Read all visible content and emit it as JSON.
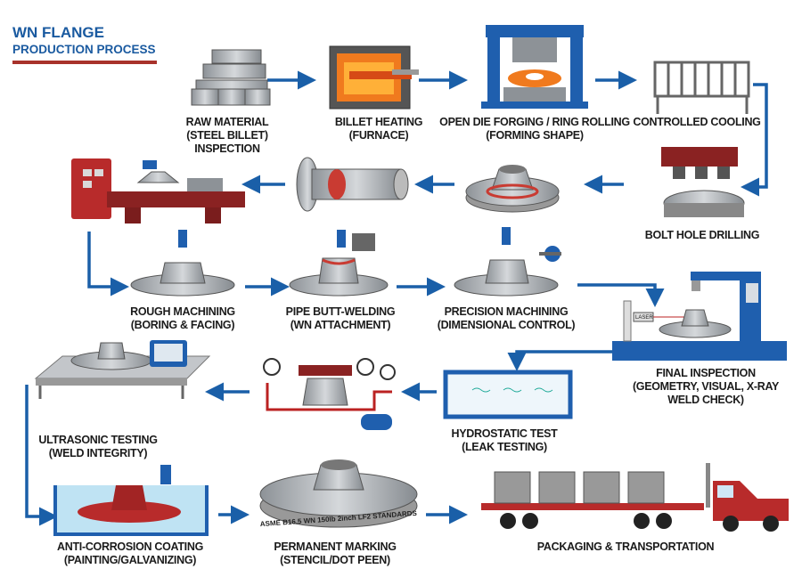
{
  "title": {
    "line1": "WN FLANGE",
    "line2": "PRODUCTION PROCESS"
  },
  "colors": {
    "arrow": "#1a5fa8",
    "title": "#1a5aa0",
    "accent_red": "#a8322b",
    "machine_blue": "#1f5fae",
    "steel": "#a9adb2"
  },
  "steps": [
    {
      "id": "raw-material",
      "lines": [
        "RAW MATERIAL",
        "(STEEL BILLET)",
        "INSPECTION"
      ]
    },
    {
      "id": "billet-heating",
      "lines": [
        "BILLET HEATING",
        "(FURNACE)"
      ]
    },
    {
      "id": "forging",
      "lines": [
        "OPEN DIE FORGING / RING ROLLING",
        "(FORMING SHAPE)"
      ]
    },
    {
      "id": "controlled-cooling",
      "lines": [
        "CONTROLLED COOLING"
      ]
    },
    {
      "id": "bolt-hole-drilling",
      "lines": [
        "BOLT HOLE DRILLING"
      ]
    },
    {
      "id": "rough-machining",
      "lines": [
        "ROUGH MACHINING",
        "(BORING & FACING)"
      ]
    },
    {
      "id": "pipe-butt-welding",
      "lines": [
        "PIPE BUTT-WELDING",
        "(WN ATTACHMENT)"
      ]
    },
    {
      "id": "precision-machining",
      "lines": [
        "PRECISION MACHINING",
        "(DIMENSIONAL CONTROL)"
      ]
    },
    {
      "id": "final-inspection",
      "lines": [
        "FINAL INSPECTION",
        "(GEOMETRY, VISUAL, X-RAY",
        "WELD CHECK)"
      ]
    },
    {
      "id": "hydrostatic-test",
      "lines": [
        "HYDROSTATIC TEST",
        "(LEAK TESTING)"
      ]
    },
    {
      "id": "ultrasonic-testing",
      "lines": [
        "ULTRASONIC TESTING",
        "(WELD INTEGRITY)"
      ]
    },
    {
      "id": "anti-corrosion-coating",
      "lines": [
        "ANTI-CORROSION COATING",
        "(PAINTING/GALVANIZING)"
      ]
    },
    {
      "id": "permanent-marking",
      "lines": [
        "PERMANENT MARKING",
        "(STENCIL/DOT PEEN)"
      ]
    },
    {
      "id": "packaging",
      "lines": [
        "PACKAGING & TRANSPORTATION"
      ]
    }
  ],
  "illustration_text": {
    "marking_stamp": "ASME B16.5 WN 150lb 2inch LF2 STANDARDS",
    "laser_label": "LASER"
  }
}
